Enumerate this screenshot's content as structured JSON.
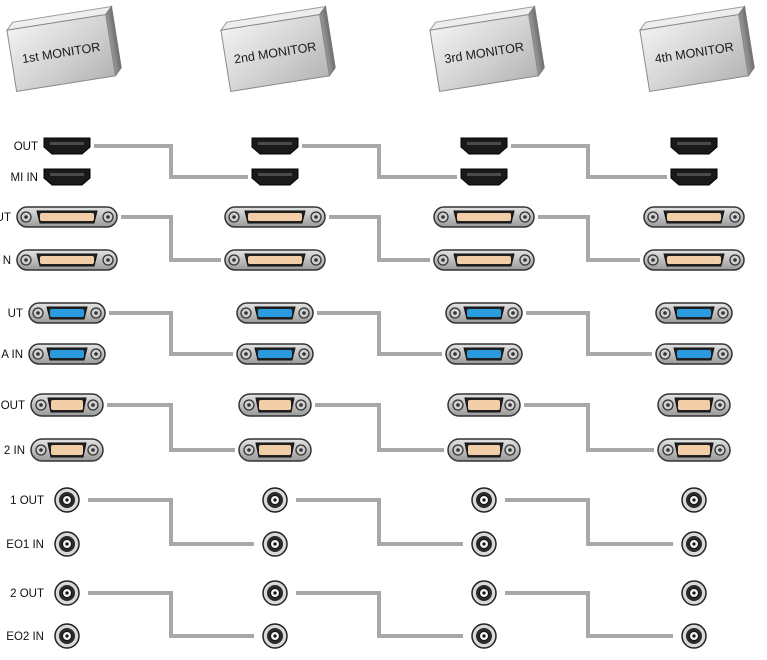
{
  "monitors": [
    {
      "label": "1st MONITOR"
    },
    {
      "label": "2nd MONITOR"
    },
    {
      "label": "3rd MONITOR"
    },
    {
      "label": "4th MONITOR"
    }
  ],
  "port_rows": [
    {
      "label": "OUT",
      "connector": "hdmi-connector"
    },
    {
      "label": "MI IN",
      "connector": "hdmi-connector"
    },
    {
      "label": "UT",
      "connector": "dvi-connector"
    },
    {
      "label": "N",
      "connector": "dvi-connector"
    },
    {
      "label": "UT",
      "connector": "vga-connector"
    },
    {
      "label": "A IN",
      "connector": "vga-connector"
    },
    {
      "label": "OUT",
      "connector": "rs232-connector"
    },
    {
      "label": "2 IN",
      "connector": "rs232-connector"
    },
    {
      "label": "1 OUT",
      "connector": "bnc-connector"
    },
    {
      "label": "EO1 IN",
      "connector": "bnc-connector"
    },
    {
      "label": "2 OUT",
      "connector": "bnc-connector"
    },
    {
      "label": "EO2 IN",
      "connector": "bnc-connector"
    }
  ],
  "colors": {
    "cable": "#a8a8a8",
    "hdmi": "#1a1a1a",
    "dvi": "#f1cda8",
    "vga": "#2b9be0",
    "serial": "#f1cda8",
    "bnc": "#2a2a2a",
    "panel": "#d6d6d6"
  }
}
